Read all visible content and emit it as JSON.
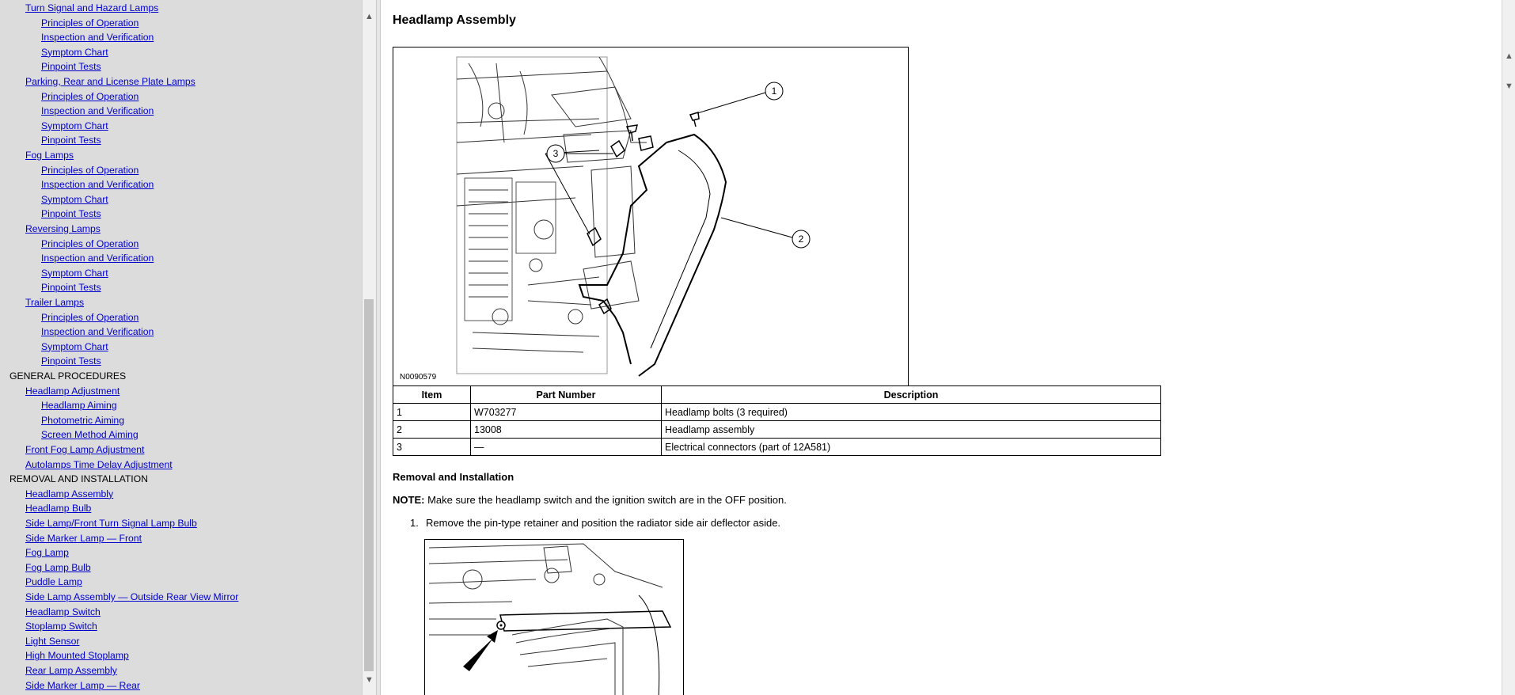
{
  "nav": {
    "items": [
      {
        "label": "Turn Signal and Hazard Lamps",
        "level": "l1"
      },
      {
        "label": "Principles of Operation",
        "level": "l2"
      },
      {
        "label": "Inspection and Verification",
        "level": "l2"
      },
      {
        "label": "Symptom Chart",
        "level": "l2"
      },
      {
        "label": "Pinpoint Tests",
        "level": "l2"
      },
      {
        "label": "Parking, Rear and License Plate Lamps",
        "level": "l1"
      },
      {
        "label": "Principles of Operation",
        "level": "l2"
      },
      {
        "label": "Inspection and Verification",
        "level": "l2"
      },
      {
        "label": "Symptom Chart",
        "level": "l2"
      },
      {
        "label": "Pinpoint Tests",
        "level": "l2"
      },
      {
        "label": "Fog Lamps",
        "level": "l1"
      },
      {
        "label": "Principles of Operation",
        "level": "l2"
      },
      {
        "label": "Inspection and Verification",
        "level": "l2"
      },
      {
        "label": "Symptom Chart",
        "level": "l2"
      },
      {
        "label": "Pinpoint Tests",
        "level": "l2"
      },
      {
        "label": "Reversing Lamps",
        "level": "l1"
      },
      {
        "label": "Principles of Operation",
        "level": "l2"
      },
      {
        "label": "Inspection and Verification",
        "level": "l2"
      },
      {
        "label": "Symptom Chart",
        "level": "l2"
      },
      {
        "label": "Pinpoint Tests",
        "level": "l2"
      },
      {
        "label": "Trailer Lamps",
        "level": "l1"
      },
      {
        "label": "Principles of Operation",
        "level": "l2"
      },
      {
        "label": "Inspection and Verification",
        "level": "l2"
      },
      {
        "label": "Symptom Chart",
        "level": "l2"
      },
      {
        "label": "Pinpoint Tests",
        "level": "l2"
      },
      {
        "label": "GENERAL PROCEDURES",
        "level": "sec"
      },
      {
        "label": "Headlamp Adjustment",
        "level": "l1"
      },
      {
        "label": "Headlamp Aiming",
        "level": "l2"
      },
      {
        "label": "Photometric Aiming",
        "level": "l2"
      },
      {
        "label": "Screen Method Aiming",
        "level": "l2"
      },
      {
        "label": "Front Fog Lamp Adjustment",
        "level": "l1"
      },
      {
        "label": "Autolamps Time Delay Adjustment",
        "level": "l1"
      },
      {
        "label": "REMOVAL AND INSTALLATION",
        "level": "sec"
      },
      {
        "label": "Headlamp Assembly",
        "level": "l1"
      },
      {
        "label": "Headlamp Bulb",
        "level": "l1"
      },
      {
        "label": "Side Lamp/Front Turn Signal Lamp Bulb",
        "level": "l1"
      },
      {
        "label": "Side Marker Lamp — Front",
        "level": "l1"
      },
      {
        "label": "Fog Lamp",
        "level": "l1"
      },
      {
        "label": "Fog Lamp Bulb",
        "level": "l1"
      },
      {
        "label": "Puddle Lamp",
        "level": "l1"
      },
      {
        "label": "Side Lamp Assembly — Outside Rear View Mirror",
        "level": "l1"
      },
      {
        "label": "Headlamp Switch",
        "level": "l1"
      },
      {
        "label": "Stoplamp Switch",
        "level": "l1"
      },
      {
        "label": "Light Sensor",
        "level": "l1"
      },
      {
        "label": "High Mounted Stoplamp",
        "level": "l1"
      },
      {
        "label": "Rear Lamp Assembly",
        "level": "l1"
      },
      {
        "label": "Side Marker Lamp — Rear",
        "level": "l1"
      }
    ]
  },
  "content": {
    "title": "Headlamp Assembly",
    "figure1": {
      "id": "N0090579",
      "callouts": [
        "1",
        "2",
        "3"
      ]
    },
    "table": {
      "headers": [
        "Item",
        "Part Number",
        "Description"
      ],
      "rows": [
        [
          "1",
          "W703277",
          "Headlamp bolts (3 required)"
        ],
        [
          "2",
          "13008",
          "Headlamp assembly"
        ],
        [
          "3",
          "—",
          "Electrical connectors (part of 12A581)"
        ]
      ]
    },
    "section_heading": "Removal and Installation",
    "note_label": "NOTE:",
    "note_text": " Make sure the headlamp switch and the ignition switch are in the OFF position.",
    "steps": [
      {
        "num": "1.",
        "text": "Remove the pin-type retainer and position the radiator side air deflector aside."
      }
    ]
  },
  "scrollbars": {
    "up_icon": "chevron-up-icon",
    "down_icon": "chevron-down-icon"
  }
}
